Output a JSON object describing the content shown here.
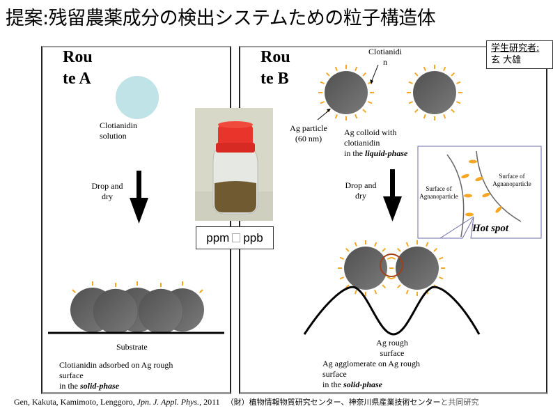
{
  "title": "提案:残留農薬成分の検出システムための粒子構造体",
  "student": {
    "label": "学生研究者:",
    "name": "玄 大雄"
  },
  "route_a": {
    "title_line1": "Rou",
    "title_line2": "te A",
    "solution_label_1": "Clotianidin",
    "solution_label_2": "solution",
    "step_1": "Drop and",
    "step_2": "dry",
    "substrate_label": "Substrate",
    "result_1": "Clotianidin adsorbed  on Ag rough",
    "result_2": "surface",
    "result_3_prefix": "in the ",
    "result_3_em": "solid-phase"
  },
  "route_b": {
    "title_line1": "Rou",
    "title_line2": "te B",
    "clotianidin_label_1": "Clotianidi",
    "clotianidin_label_2": "n",
    "particle_label_1": "Ag particle",
    "particle_label_2": "(60 nm)",
    "colloid_1": "Ag colloid with",
    "colloid_2": "clotianidin",
    "colloid_3_prefix": "in the ",
    "colloid_3_em": "liquid-phase",
    "step_1": "Drop and",
    "step_2": "dry",
    "inset": {
      "left_surface_1": "Surface of",
      "left_surface_2": "Agnanoparticle",
      "right_surface_1": "Surface of",
      "right_surface_2": "Agnanoparticle",
      "hotspot": "Hot spot"
    },
    "rough_1": "Ag rough",
    "rough_2": "surface",
    "result_1": "Ag agglomerate on Ag rough",
    "result_2": "surface",
    "result_3_prefix": "in the ",
    "result_3_em": "solid-phase"
  },
  "ppm_box": {
    "left": "ppm",
    "right": "ppb"
  },
  "footer": {
    "authors": "Gen, Kakuta, Kamimoto, Lenggoro, ",
    "journal": "Jpn. J. Appl. Phys.",
    "year": ", 2011",
    "collab": "（財）植物情報物質研究センター、神奈川県産業技術センター",
    "collab_suffix": "と共同研究"
  },
  "colors": {
    "particle": "#5f5f5f",
    "ligand": "#f5a623",
    "solution": "#bfe3e6",
    "hotspot_ring": "#a0401a",
    "inset_border": "#6a6aa8"
  }
}
